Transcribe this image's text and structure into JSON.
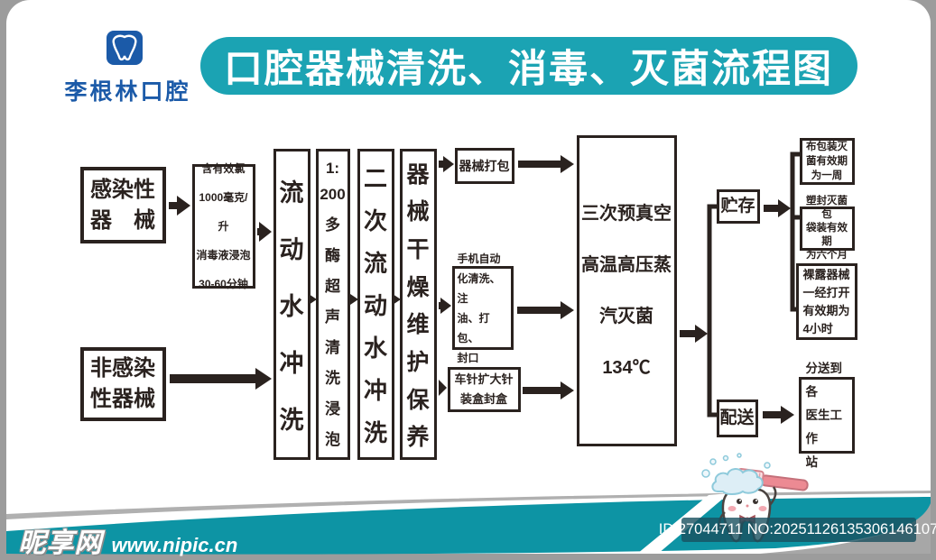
{
  "logo": {
    "name": "李根林口腔"
  },
  "title": "口腔器械清洗、消毒、灭菌流程图",
  "flow": {
    "infectious": {
      "lines": [
        "感染性",
        "器　械"
      ]
    },
    "noninfectious": {
      "lines": [
        "非感染",
        "性器械"
      ]
    },
    "disinfect": {
      "lines": [
        "含有效氯",
        "1000毫克/升",
        "消毒液浸泡",
        "30-60分钟"
      ]
    },
    "rinse1": {
      "chars": [
        "流",
        "动",
        "水",
        "冲",
        "洗"
      ]
    },
    "enzyme": {
      "chars": [
        "1:",
        "200",
        "多",
        "酶",
        "超",
        "声",
        "清",
        "洗",
        "浸",
        "泡"
      ]
    },
    "rinse2": {
      "chars": [
        "二",
        "次",
        "流",
        "动",
        "水",
        "冲",
        "洗"
      ]
    },
    "dry": {
      "chars": [
        "器",
        "械",
        "干",
        "燥",
        "维",
        "护",
        "保",
        "养"
      ]
    },
    "pack": {
      "label": "器械打包"
    },
    "handpiece": {
      "lines": [
        "手机自动",
        "化清洗、注",
        "油、打包、",
        "封口"
      ]
    },
    "burs": {
      "lines": [
        "车针扩大针",
        "装盒封盒"
      ]
    },
    "sterilize": {
      "lines": [
        "三次预真空",
        "高温高压蒸",
        "汽灭菌134℃"
      ]
    },
    "storage": {
      "label": "贮存"
    },
    "delivery": {
      "label": "配送"
    },
    "validity_cloth": {
      "lines": [
        "布包装灭",
        "菌有效期",
        "为一周"
      ]
    },
    "validity_plastic": {
      "lines": [
        "塑封灭菌包",
        "袋装有效期",
        "为六个月"
      ]
    },
    "validity_exposed": {
      "lines": [
        "裸露器械",
        "一经打开",
        "有效期为",
        "4小时"
      ]
    },
    "workstation": {
      "lines": [
        "分送到各",
        "医生工作",
        "站"
      ]
    }
  },
  "footer": {
    "watermark_logo": "昵享网",
    "watermark_url": "www.nipic.cn",
    "id_text": "ID:27044711 NO:20251126135306146107"
  },
  "colors": {
    "accent_teal": "#1ba3b3",
    "band_teal": "#0d94a4",
    "logo_blue": "#1b5aa8",
    "ink": "#2a221f"
  }
}
